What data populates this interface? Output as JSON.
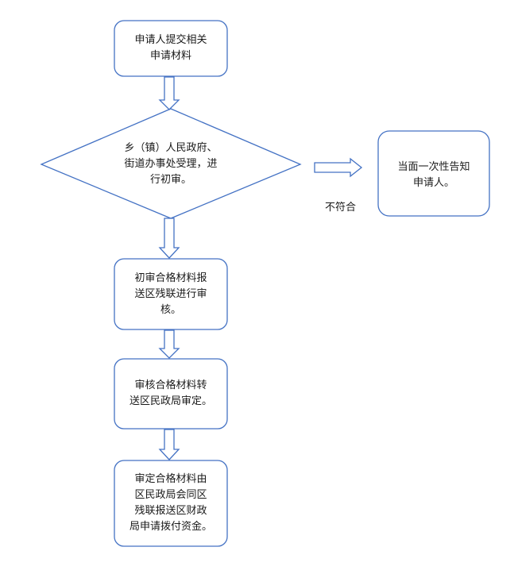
{
  "colors": {
    "stroke": "#4472C4",
    "arrow_fill": "#ffffff",
    "text": "#1a1a1a",
    "background": "#ffffff"
  },
  "nodes": {
    "submit": {
      "lines": [
        "申请人提交相关",
        "申请材料"
      ]
    },
    "preliminary_review": {
      "lines": [
        "乡（镇）人民政府、",
        "街道办事处受理，进",
        "行初审。"
      ]
    },
    "reject_notice": {
      "lines": [
        "当面一次性告知",
        "申请人。"
      ]
    },
    "district_review": {
      "lines": [
        "初审合格材料报",
        "送区残联进行审",
        "核。"
      ]
    },
    "civil_affairs_decision": {
      "lines": [
        "审核合格材料转",
        "送区民政局审定。"
      ]
    },
    "fund_allocation": {
      "lines": [
        "审定合格材料由",
        "区民政局会同区",
        "残联报送区财政",
        "局申请拨付资金。"
      ]
    }
  },
  "edges": {
    "reject_label": "不符合"
  }
}
